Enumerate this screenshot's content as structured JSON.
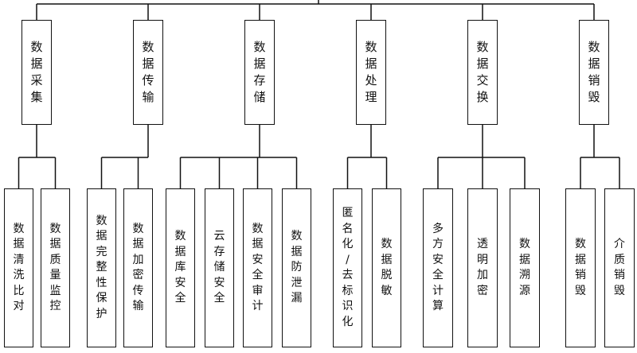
{
  "diagram": {
    "categories": [
      {
        "label": "数据采集",
        "children": [
          "数据清洗比对",
          "数据质量监控"
        ]
      },
      {
        "label": "数据传输",
        "children": [
          "数据完整性保护",
          "数据加密传输"
        ]
      },
      {
        "label": "数据存储",
        "children": [
          "数据库安全",
          "云存储安全",
          "数据安全审计",
          "数据防泄漏"
        ]
      },
      {
        "label": "数据处理",
        "children": [
          "匿名化/去标识化",
          "数据脱敏"
        ]
      },
      {
        "label": "数据交换",
        "children": [
          "多方安全计算",
          "透明加密",
          "数据溯源"
        ]
      },
      {
        "label": "数据销毁",
        "children": [
          "数据销毁",
          "介质销毁"
        ]
      }
    ]
  }
}
